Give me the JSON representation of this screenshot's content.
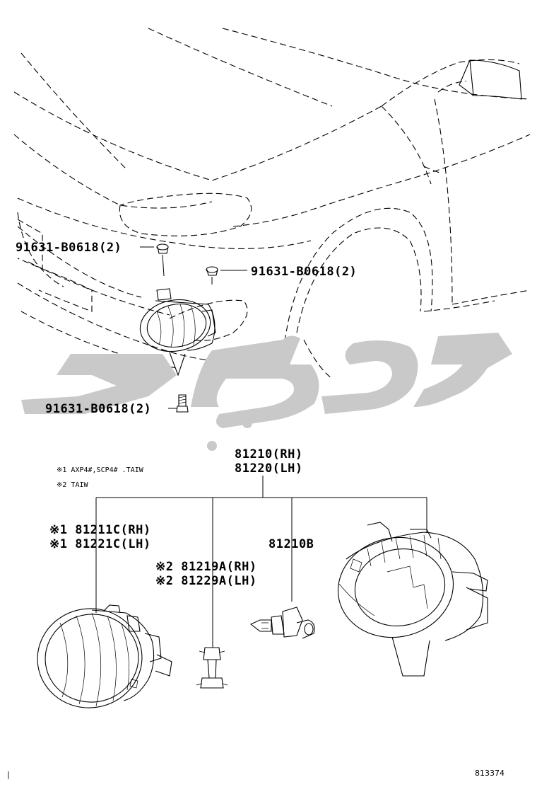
{
  "labels": {
    "bolt_top_left": "91631-B0618(2)",
    "bolt_top_right": "91631-B0618(2)",
    "bolt_bottom": "91631-B0618(2)",
    "assembly_rh": "81210(RH)",
    "assembly_lh": "81220(LH)",
    "note_1": "※1 AXP4#,SCP4# .TAIW",
    "note_2": "※2 TAIW",
    "lens_rh": "※1 81211C(RH)",
    "lens_lh": "※1 81221C(LH)",
    "socket_rh": "※2 81219A(RH)",
    "socket_lh": "※2 81229A(LH)",
    "bulb": "81210B",
    "figure_number": "813374",
    "corner_mark": "|"
  },
  "colors": {
    "line": "#000000",
    "watermark": "#c9c9c9",
    "background": "#ffffff"
  }
}
